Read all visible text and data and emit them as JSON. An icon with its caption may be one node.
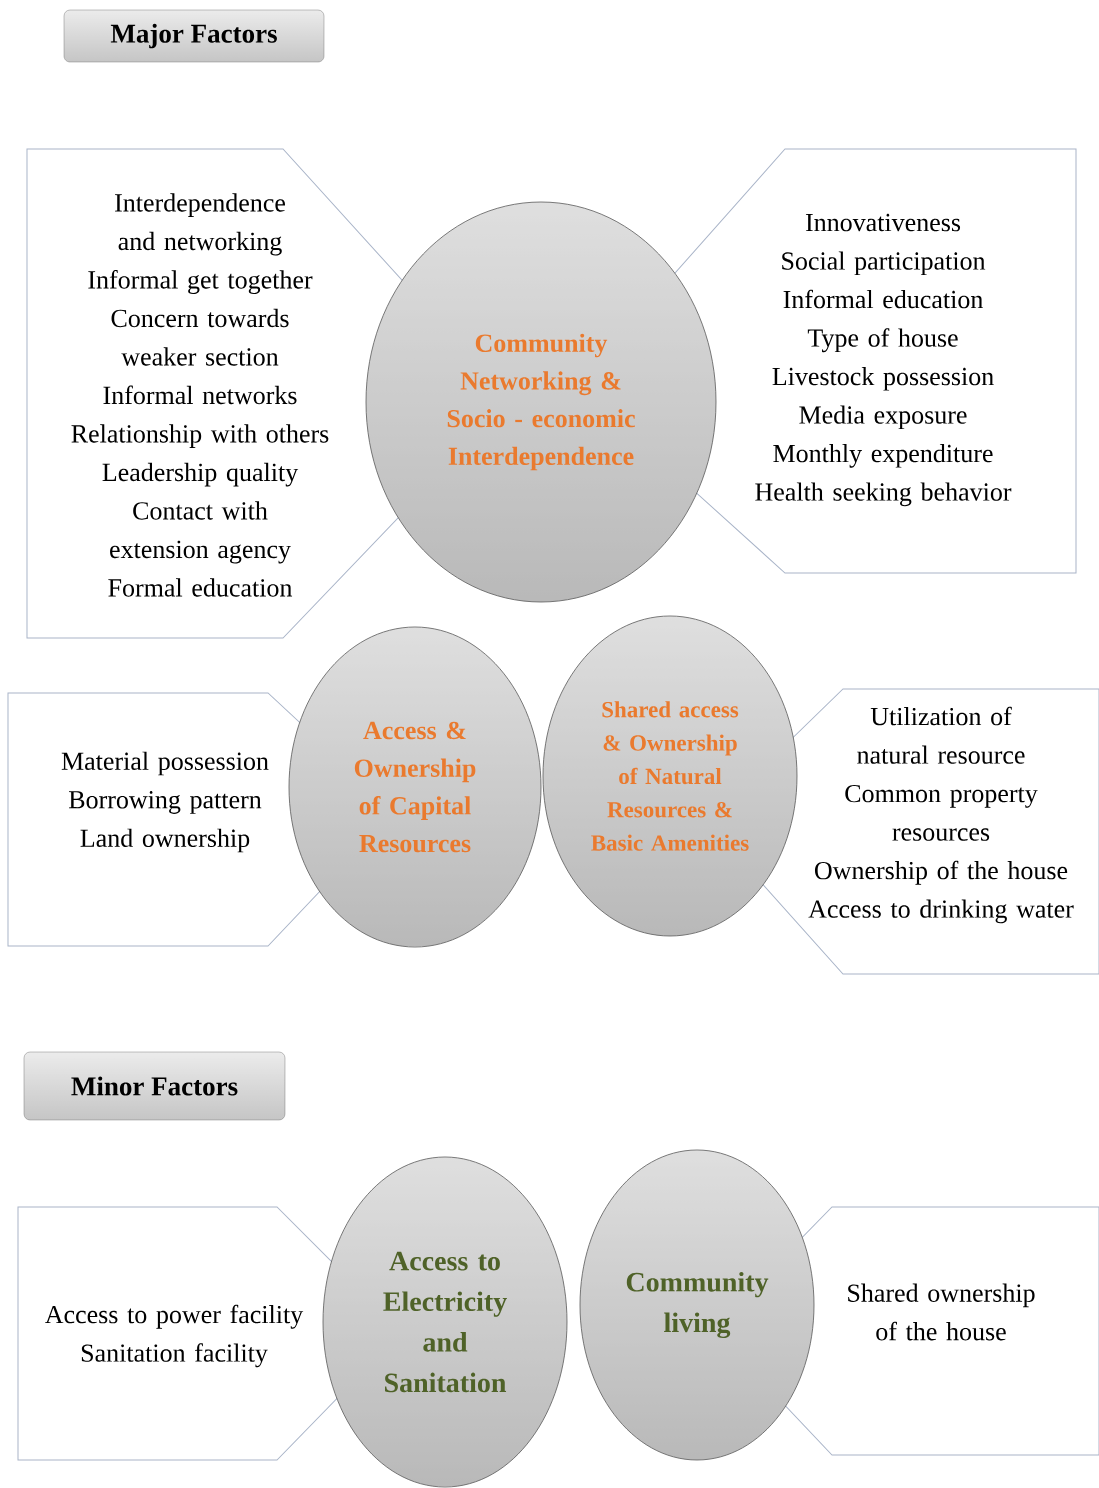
{
  "diagram": {
    "nodes": [
      {
        "text": [
          "Major Factors"
        ]
      },
      {
        "text": [
          "Interdependence and networking",
          "Informal get together",
          "Concern towards weaker section",
          "Informal networks",
          "Relationship with others",
          "Leadership quality",
          "Contact with extension agency",
          "Formal education"
        ]
      },
      {
        "text": [
          "Community Networking & Socio - economic Interdependence"
        ]
      },
      {
        "text": [
          "Innovativeness",
          "Social participation",
          "Informal education",
          "Type of house",
          "Livestock possession",
          "Media exposure",
          "Monthly expenditure",
          "Health seeking behavior"
        ]
      },
      {
        "text": [
          "Material possession",
          "Borrowing pattern",
          "Land ownership"
        ]
      },
      {
        "text": [
          "Access & Ownership of Capital Resources"
        ]
      },
      {
        "text": [
          "Shared access & Ownership of Natural Resources & Basic Amenities"
        ]
      },
      {
        "text": [
          "Utilization of natural resource",
          "Common property resources",
          "Ownership of the house",
          "Access to drinking water"
        ]
      },
      {
        "text": [
          "Minor Factors"
        ]
      },
      {
        "text": [
          "Access to power facility",
          "Sanitation facility"
        ]
      },
      {
        "text": [
          "Access to Electricity and Sanitation"
        ]
      },
      {
        "text": [
          "Community living"
        ]
      },
      {
        "text": [
          "Shared ownership of the house"
        ]
      }
    ]
  }
}
